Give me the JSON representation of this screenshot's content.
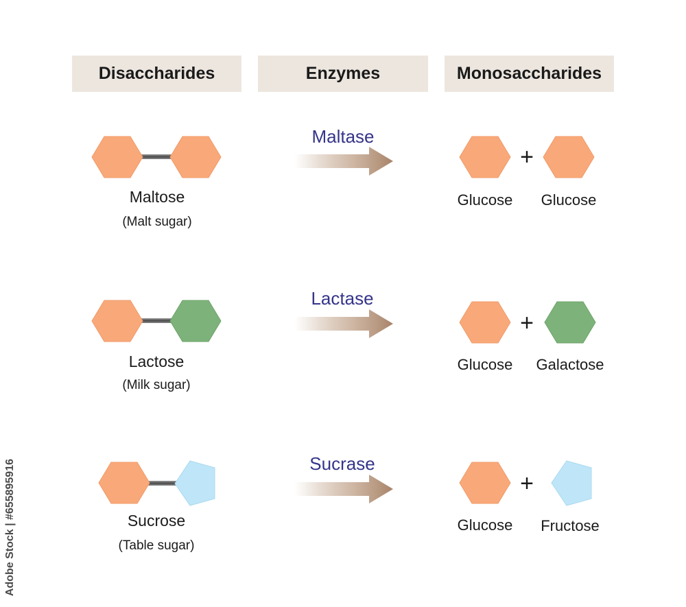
{
  "headers": {
    "disaccharides": "Disaccharides",
    "enzymes": "Enzymes",
    "monosaccharides": "Monosaccharides"
  },
  "rows": [
    {
      "disaccharide": "Maltose",
      "common_name": "(Malt sugar)",
      "enzyme": "Maltase",
      "product_1": "Glucose",
      "product_2": "Glucose"
    },
    {
      "disaccharide": "Lactose",
      "common_name": "(Milk sugar)",
      "enzyme": "Lactase",
      "product_1": "Glucose",
      "product_2": "Galactose"
    },
    {
      "disaccharide": "Sucrose",
      "common_name": "(Table sugar)",
      "enzyme": "Sucrase",
      "product_1": "Glucose",
      "product_2": "Fructose"
    }
  ],
  "plus_sign": "+",
  "watermark": "Adobe Stock | #655895916",
  "colors": {
    "glucose": "#f9a979",
    "galactose": "#7db37a",
    "fructose": "#bfe6f8",
    "header_bg": "#ece6df",
    "enzyme_text": "#35348a",
    "arrow": "#b8957a"
  }
}
